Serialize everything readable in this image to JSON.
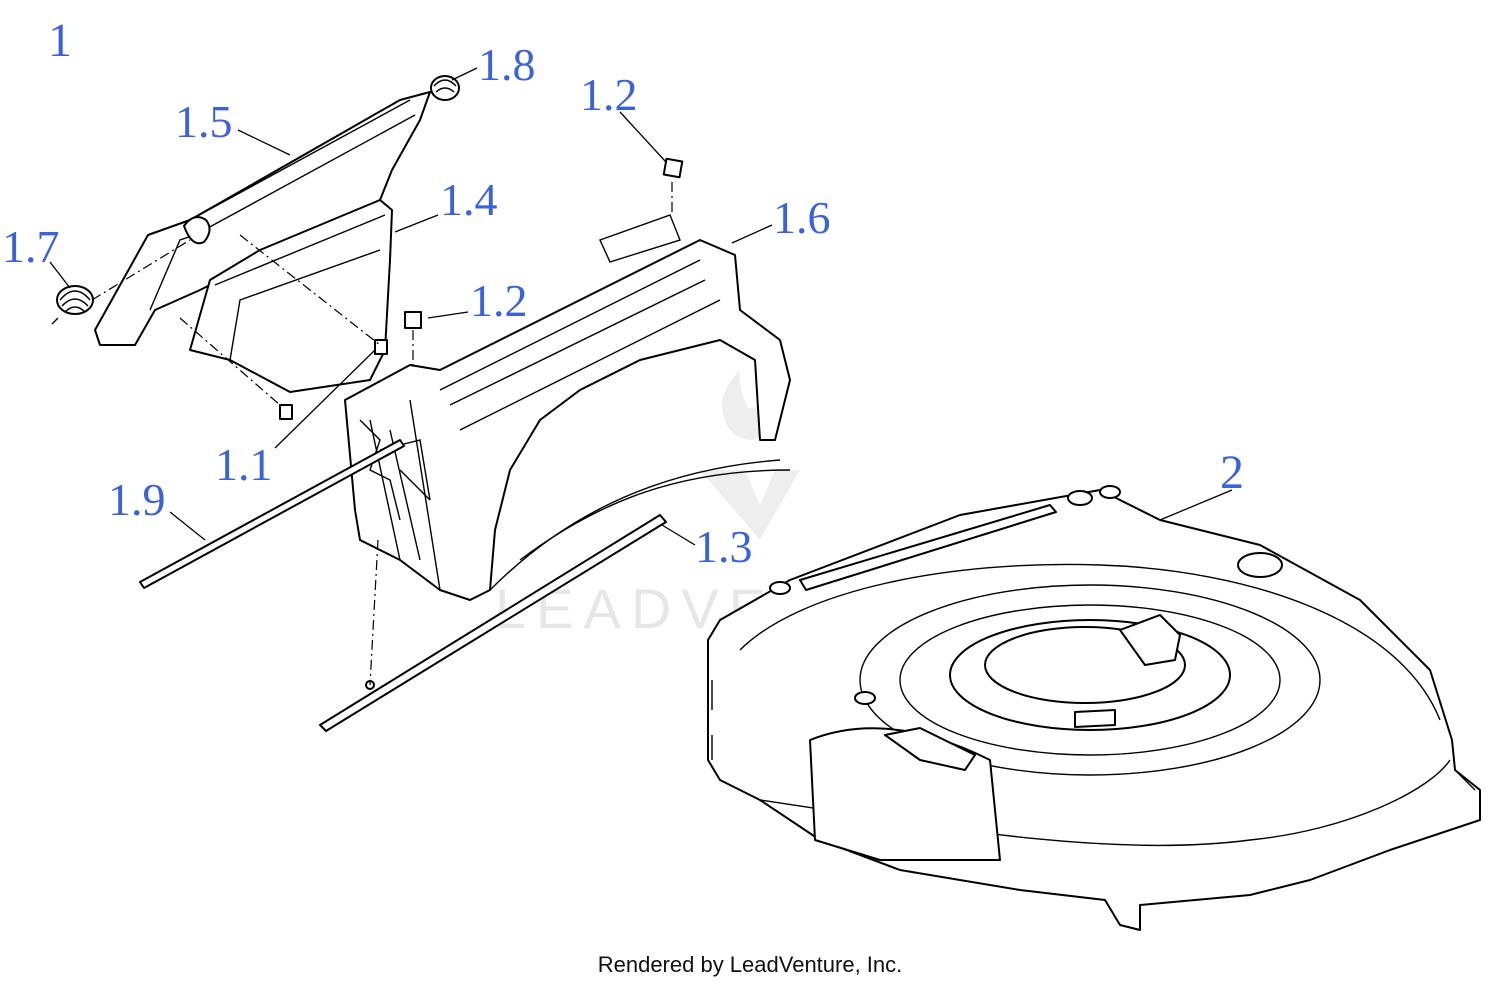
{
  "callouts": {
    "assembly": "1",
    "p1_1": "1.1",
    "p1_2a": "1.2",
    "p1_2b": "1.2",
    "p1_3": "1.3",
    "p1_4": "1.4",
    "p1_5": "1.5",
    "p1_6": "1.6",
    "p1_7": "1.7",
    "p1_8": "1.8",
    "p1_9": "1.9",
    "deck": "2"
  },
  "watermark": "LEADVENTURE",
  "footer": "Rendered by LeadVenture, Inc.",
  "colors": {
    "callout": "#3a62d9",
    "line": "#000000",
    "watermark": "#e6e6e6"
  }
}
